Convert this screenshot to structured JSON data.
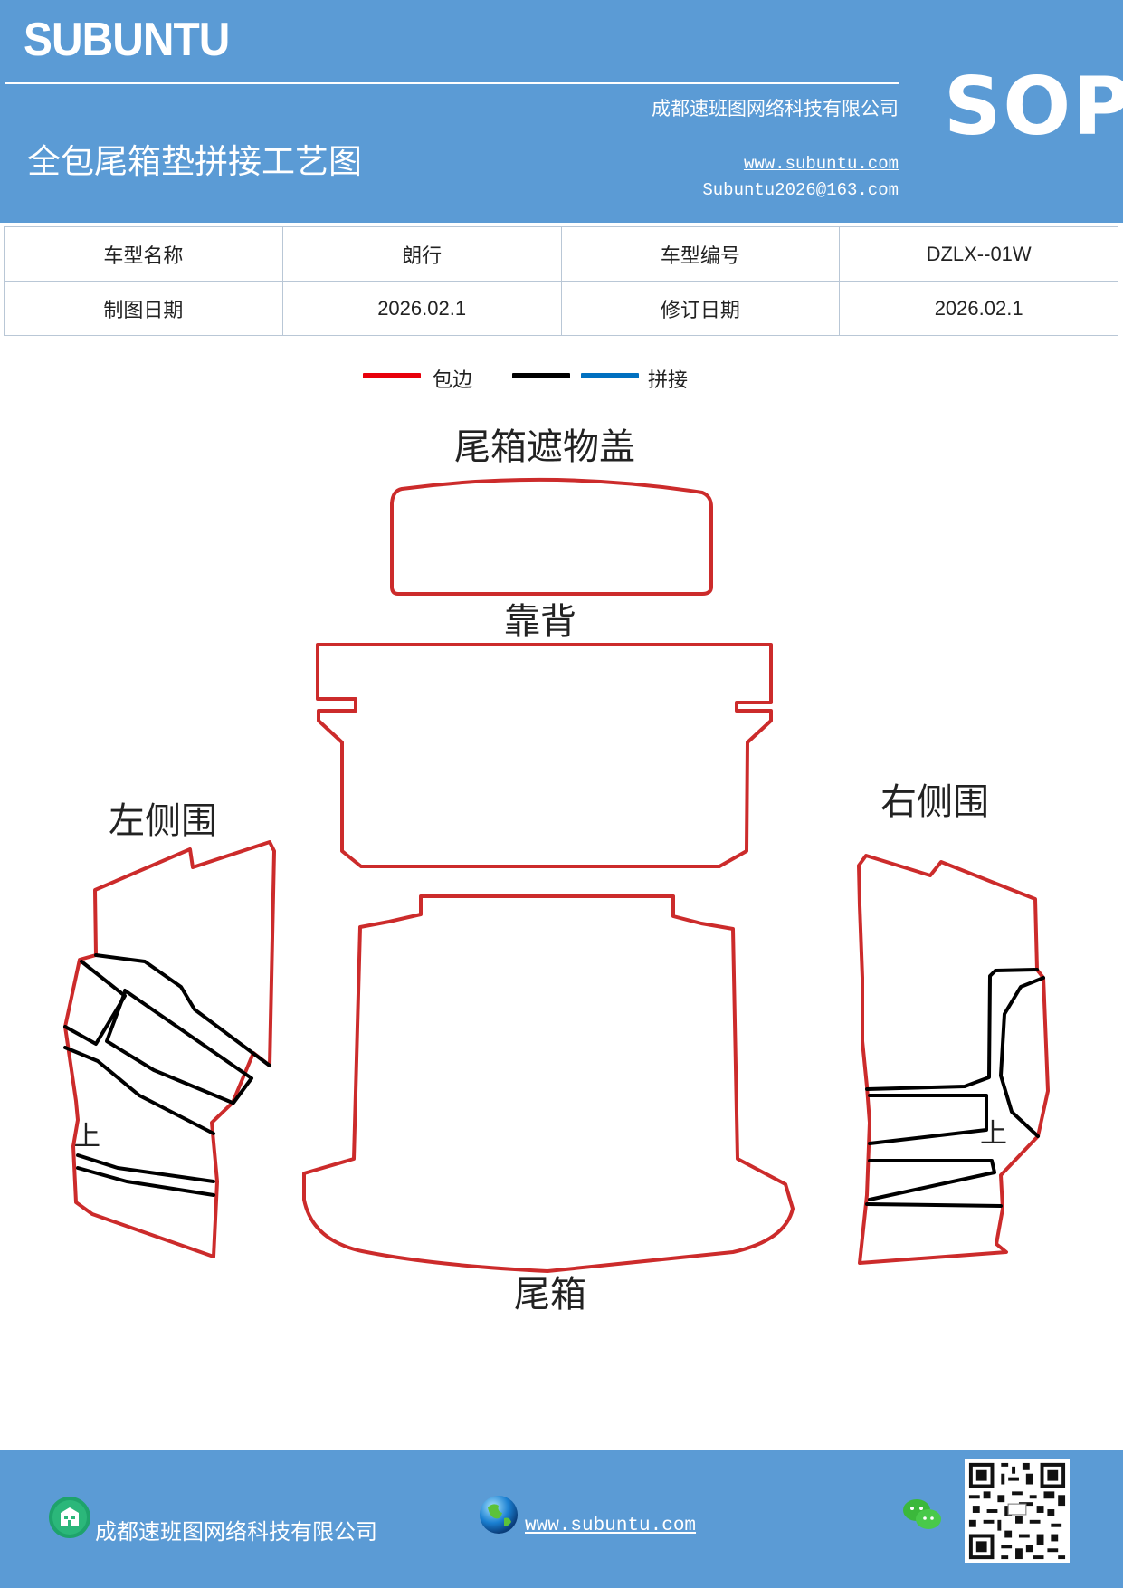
{
  "header": {
    "brand": "SUBUNTU",
    "company": "成都速班图网络科技有限公司",
    "title": "全包尾箱垫拼接工艺图",
    "website": "www.subuntu.com",
    "email": "Subuntu2026@163.com",
    "badge": "SOP"
  },
  "info_table": {
    "rows": [
      [
        "车型名称",
        "朗行",
        "车型编号",
        "DZLX--01W"
      ],
      [
        "制图日期",
        "2026.02.1",
        "修订日期",
        "2026.02.1"
      ]
    ]
  },
  "legend": {
    "items": [
      {
        "label": "包边",
        "color": "#e8000b"
      },
      {
        "label": "",
        "color": "#000000"
      },
      {
        "label": "拼接",
        "color": "#0070c0"
      }
    ]
  },
  "diagram": {
    "labels": {
      "cover": "尾箱遮物盖",
      "backrest": "靠背",
      "left_side": "左侧围",
      "right_side": "右侧围",
      "trunk": "尾箱",
      "left_up": "上",
      "right_up": "上"
    },
    "colors": {
      "edge": "#cc2b2b",
      "seam": "#000000"
    }
  },
  "footer": {
    "company": "成都速班图网络科技有限公司",
    "website": "www.subuntu.com",
    "icons": [
      "building-icon",
      "globe-icon",
      "wechat-icon",
      "qr-code"
    ]
  }
}
